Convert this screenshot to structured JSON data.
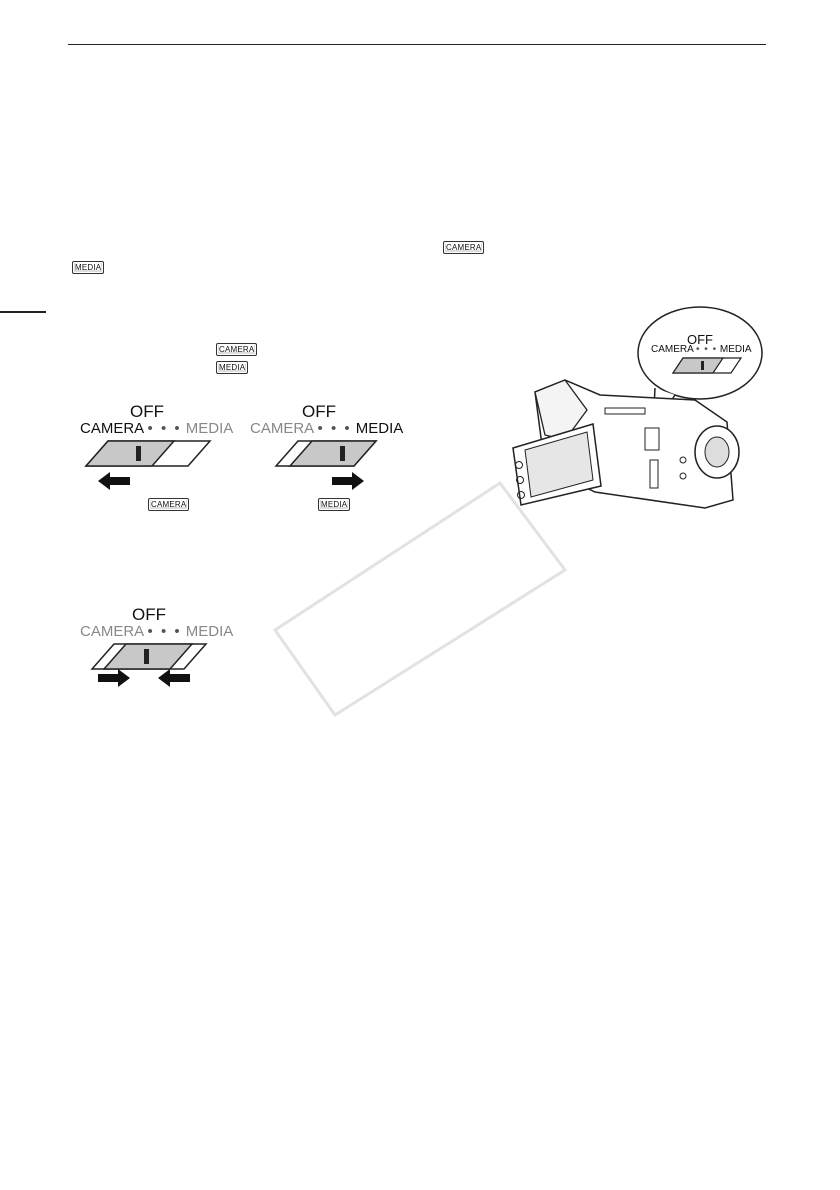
{
  "badges": {
    "camera": "CAMERA",
    "media": "MEDIA"
  },
  "switch": {
    "off": "OFF",
    "camera": "CAMERA",
    "media": "MEDIA",
    "dots": "• • •"
  },
  "camcorder_callout": {
    "off": "OFF",
    "camera": "CAMERA",
    "media": "MEDIA",
    "dots": "• • •"
  }
}
